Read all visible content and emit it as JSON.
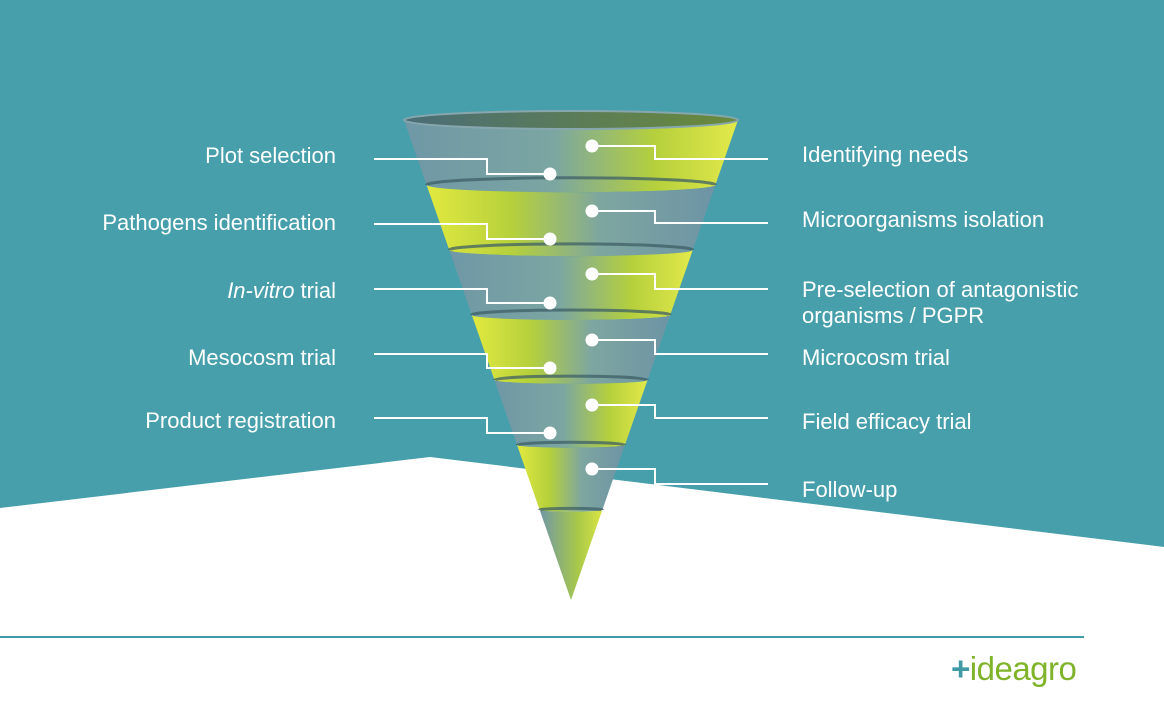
{
  "colors": {
    "teal": "#479fab",
    "lime": "#dbe634",
    "slate": "#6a94a3",
    "accent_line": "#3f9aa6",
    "logo_green": "#7fb32a"
  },
  "left_labels": [
    {
      "text": "Plot selection"
    },
    {
      "text": "Pathogens identification"
    },
    {
      "italic": "In-vitro",
      "text": " trial"
    },
    {
      "text": "Mesocosm trial"
    },
    {
      "text": "Product registration"
    }
  ],
  "right_labels": [
    {
      "text": "Identifying needs"
    },
    {
      "text": "Microorganisms isolation"
    },
    {
      "line1": "Pre-selection of antagonistic",
      "line2": "organisms / PGPR"
    },
    {
      "text": "Microcosm trial"
    },
    {
      "text": "Field efficacy trial"
    },
    {
      "text": "Follow-up"
    }
  ],
  "logo": {
    "plus": "+",
    "text": "ideagro"
  }
}
